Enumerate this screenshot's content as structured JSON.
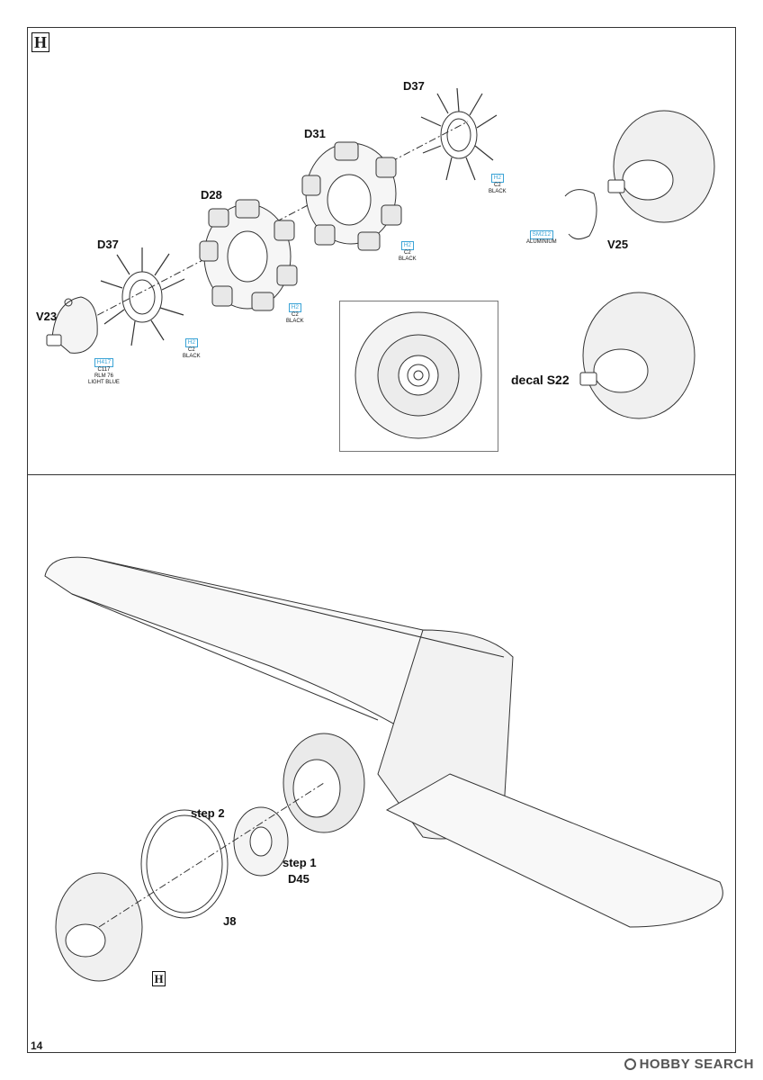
{
  "step": {
    "letter": "H",
    "ref_letter": "H"
  },
  "parts": {
    "d37_top": "D37",
    "d31": "D31",
    "d28": "D28",
    "d37_left": "D37",
    "v23": "V23",
    "v25": "V25",
    "decal": "decal S22",
    "step2": "step 2",
    "step1": "step 1",
    "d45": "D45",
    "j8": "J8"
  },
  "paints": {
    "p1": {
      "code": "H2",
      "num": "C2",
      "name": "BLACK"
    },
    "p2": {
      "code": "H2",
      "num": "C2",
      "name": "BLACK"
    },
    "p3": {
      "code": "H2",
      "num": "C2",
      "name": "BLACK"
    },
    "p4": {
      "code": "H2",
      "num": "C2",
      "name": "BLACK"
    },
    "p5": {
      "code": "SM212",
      "name": "ALUMINIUM"
    },
    "p6": {
      "code": "H417",
      "num": "C117",
      "name1": "RLM 76",
      "name2": "LIGHT BLUE"
    }
  },
  "page_number": "14",
  "watermark": "HOBBY SEARCH",
  "colors": {
    "callout": "#3aa3d6",
    "line": "#333333"
  }
}
